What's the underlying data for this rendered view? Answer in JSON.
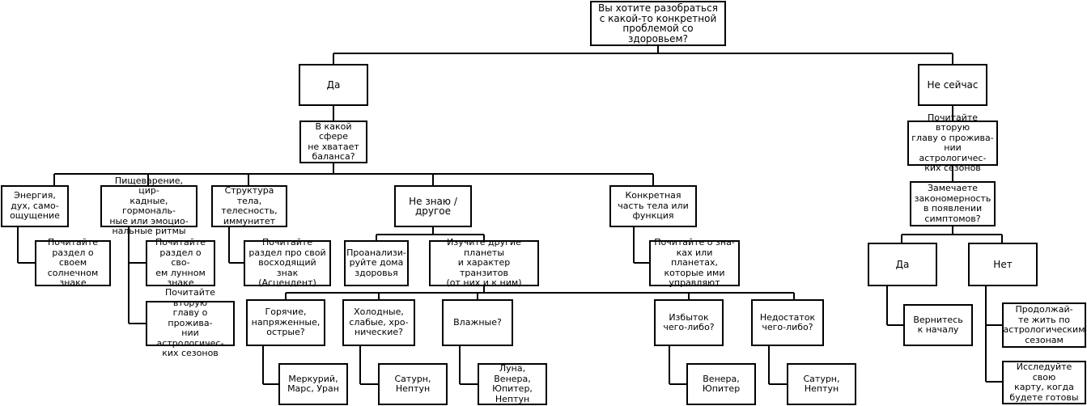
{
  "colors": {
    "line": "#000000",
    "box_border": "#000000",
    "box_fill": "#ffffff",
    "text": "#000000"
  },
  "nodes": {
    "root": "Вы хотите разобраться\nс какой-то конкретной\nпроблемой со здоровьем?",
    "yes": "Да",
    "not_now": "Не сейчас",
    "sphere": "В какой сфере\nне хватает\nбаланса?",
    "energy": "Энергия,\nдух, само-\nощущение",
    "digestion": "Пищеварение, цир-\nкадные, гормональ-\nные или эмоцио-\nнальные ритмы",
    "structure": "Структура тела,\nтелесность,\nиммунитет",
    "dont_know": "Не знаю /\nдругое",
    "body_part": "Конкретная\nчасть тела или\nфункция",
    "read_sun": "Почитайте\nраздел о своем\nсолнечном\nзнаке",
    "read_moon": "Почитайте\nраздел о сво-\nем лунном\nзнаке",
    "read_seasons_left": "Почитайте вторую\nглаву о прожива-\nнии астрологичес-\nких сезонов",
    "read_ascendant": "Почитайте\nраздел про свой\nвосходящий знак\n(Асцендент)",
    "analyze_houses": "Проанализи-\nруйте дома\nздоровья",
    "study_planets": "Изучите другие планеты\nи характер транзитов\n(от них и к ним)",
    "read_signs": "Почитайте о зна-\nках или планетах,\nкоторые ими\nуправляют",
    "hot": "Горячие,\nнапряженные,\nострые?",
    "cold": "Холодные,\nслабые, хро-\nнические?",
    "wet": "Влажные?",
    "excess": "Избыток\nчего-либо?",
    "deficit": "Недостаток\nчего-либо?",
    "mercury": "Меркурий,\nМарс, Уран",
    "saturn1": "Сатурн,\nНептун",
    "moon_venus": "Луна, Венера,\nЮпитер,\nНептун",
    "venus_jupiter": "Венера,\nЮпитер",
    "saturn2": "Сатурн,\nНептун",
    "read_seasons_right": "Почитайте вторую\nглаву о прожива-\nнии астрологичес-\nких сезонов",
    "notice": "Замечаете\nзакономерность\nв появлении\nсимптомов?",
    "r_yes": "Да",
    "r_no": "Нет",
    "go_back": "Вернитесь\nк началу",
    "continue": "Продолжай-\nте жить по\nастрологическим\nсезонам",
    "explore": "Исследуйте свою\nкарту, когда\nбудете готовы"
  }
}
